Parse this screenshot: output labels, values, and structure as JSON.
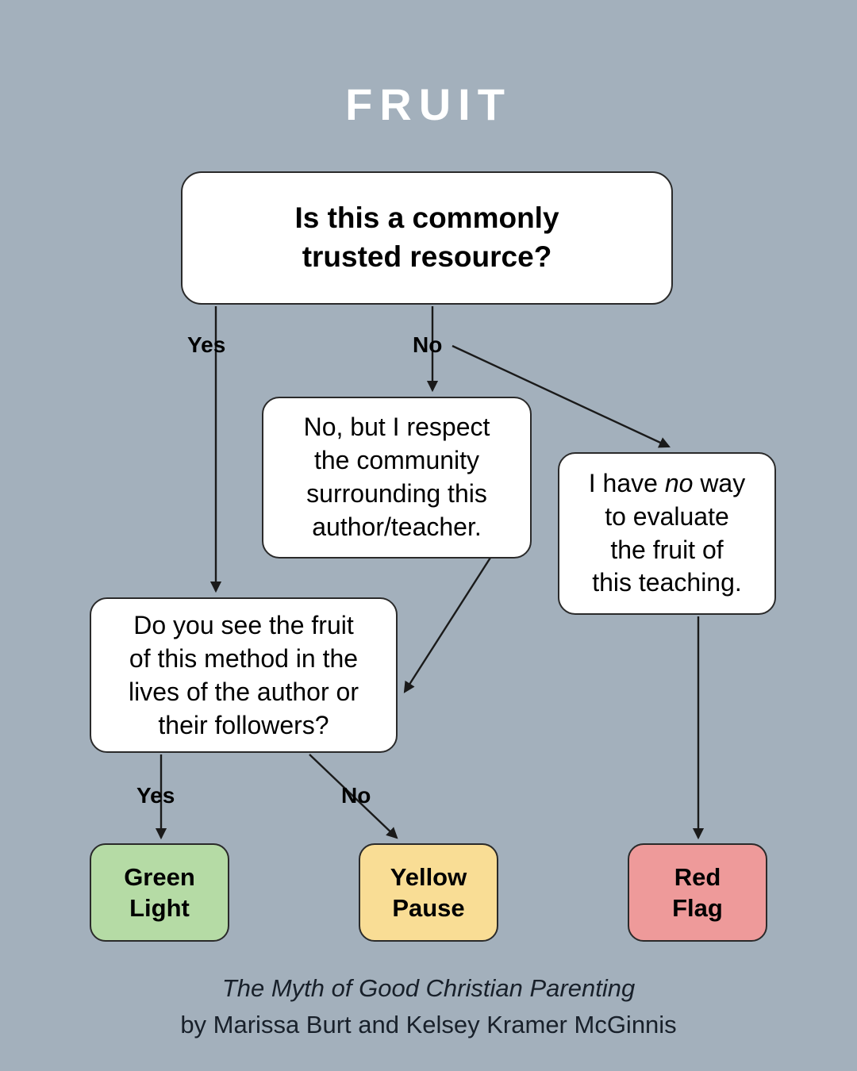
{
  "page": {
    "title": "FRUIT",
    "background_color": "#a3b0bc",
    "title_color": "#ffffff"
  },
  "nodes": {
    "root": {
      "text": "Is this a commonly\ntrusted resource?",
      "fill": "#ffffff"
    },
    "community": {
      "text": "No, but I respect\nthe community\nsurrounding this\nauthor/teacher.",
      "fill": "#ffffff"
    },
    "noway": {
      "text_before": "I have ",
      "text_italic": "no",
      "text_after": " way\nto evaluate\nthe fruit of\nthis teaching.",
      "fill": "#ffffff"
    },
    "fruit": {
      "text": "Do you see the fruit\nof this method in the\nlives of the author or\ntheir followers?",
      "fill": "#ffffff"
    },
    "green": {
      "text": "Green\nLight",
      "fill": "#b5dba5"
    },
    "yellow": {
      "text": "Yellow\nPause",
      "fill": "#f9dd95"
    },
    "red": {
      "text": "Red\nFlag",
      "fill": "#ee9a9a"
    }
  },
  "edge_labels": {
    "yes_1": "Yes",
    "no_1": "No",
    "yes_2": "Yes",
    "no_2": "No"
  },
  "footer": {
    "book_title": "The Myth of Good Christian Parenting",
    "authors": "by Marissa Burt and Kelsey Kramer McGinnis"
  },
  "chart_data": {
    "type": "flowchart",
    "title": "FRUIT",
    "nodes": [
      {
        "id": "root",
        "label": "Is this a commonly trusted resource?",
        "shape": "rounded-rect",
        "fill": "#ffffff",
        "role": "decision"
      },
      {
        "id": "community",
        "label": "No, but I respect the community surrounding this author/teacher.",
        "shape": "rounded-rect",
        "fill": "#ffffff",
        "role": "statement"
      },
      {
        "id": "noway",
        "label": "I have no way to evaluate the fruit of this teaching.",
        "shape": "rounded-rect",
        "fill": "#ffffff",
        "role": "statement"
      },
      {
        "id": "fruit",
        "label": "Do you see the fruit of this method in the lives of the author or their followers?",
        "shape": "rounded-rect",
        "fill": "#ffffff",
        "role": "decision"
      },
      {
        "id": "green",
        "label": "Green Light",
        "shape": "rounded-rect",
        "fill": "#b5dba5",
        "role": "outcome"
      },
      {
        "id": "yellow",
        "label": "Yellow Pause",
        "shape": "rounded-rect",
        "fill": "#f9dd95",
        "role": "outcome"
      },
      {
        "id": "red",
        "label": "Red Flag",
        "shape": "rounded-rect",
        "fill": "#ee9a9a",
        "role": "outcome"
      }
    ],
    "edges": [
      {
        "from": "root",
        "to": "fruit",
        "label": "Yes"
      },
      {
        "from": "root",
        "to": "community",
        "label": "No"
      },
      {
        "from": "root",
        "to": "noway",
        "label": ""
      },
      {
        "from": "community",
        "to": "fruit",
        "label": ""
      },
      {
        "from": "fruit",
        "to": "green",
        "label": "Yes"
      },
      {
        "from": "fruit",
        "to": "yellow",
        "label": "No"
      },
      {
        "from": "noway",
        "to": "red",
        "label": ""
      }
    ]
  }
}
